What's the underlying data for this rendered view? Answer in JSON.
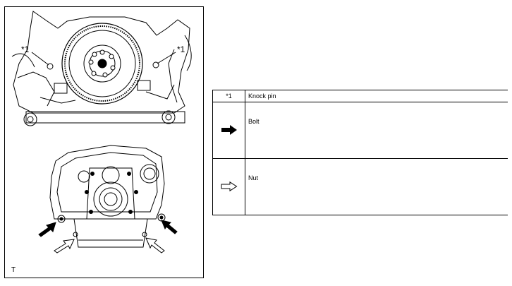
{
  "figure": {
    "callout_left": "*1",
    "callout_right": "*1",
    "code": "T"
  },
  "legend": {
    "rows": [
      {
        "key": "*1",
        "label": "Knock pin"
      },
      {
        "key_icon": "solid-arrow-icon",
        "label": "Bolt"
      },
      {
        "key_icon": "outline-arrow-icon",
        "label": "Nut"
      }
    ]
  }
}
